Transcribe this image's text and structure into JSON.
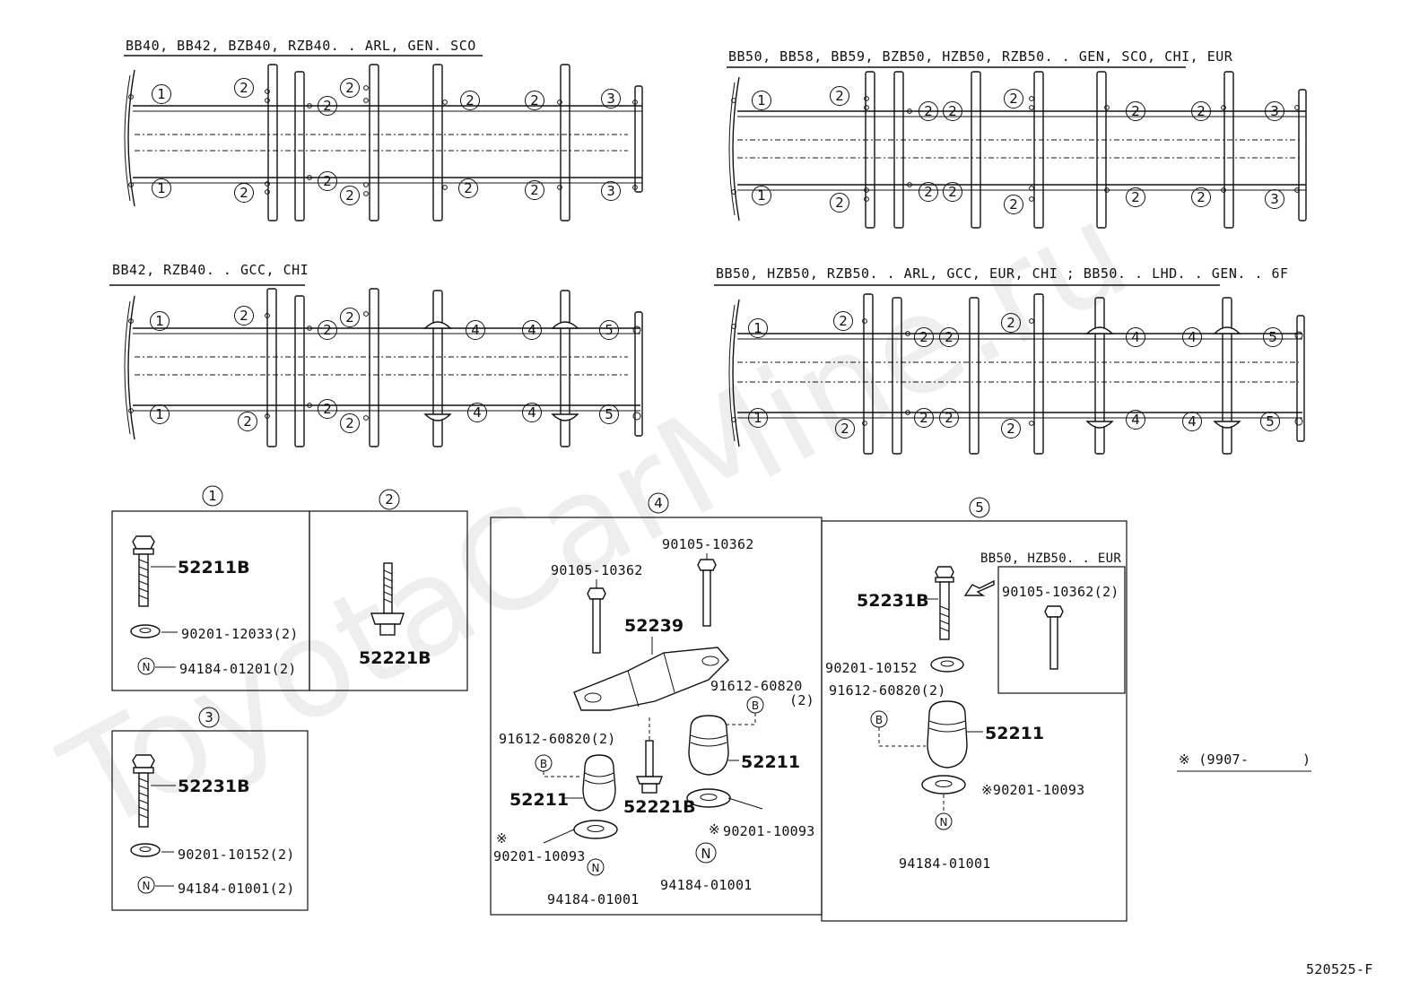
{
  "watermark": "ToyotaCarMine.ru",
  "frames": {
    "tl": {
      "title": "BB40, BB42, BZB40, RZB40. . ARL, GEN. SCO"
    },
    "tr": {
      "title": "BB50, BB58, BB59, BZB50, HZB50, RZB50. . GEN, SCO, CHI, EUR"
    },
    "bl": {
      "title": "BB42, RZB40. . GCC, CHI"
    },
    "br": {
      "title": "BB50, HZB50, RZB50. . ARL, GCC, EUR, CHI ; BB50. . LHD. . GEN. . 6F"
    }
  },
  "callouts": {
    "c1": "1",
    "c2": "2",
    "c3": "3",
    "c4": "4",
    "c5": "5"
  },
  "group1": {
    "label": "1",
    "bolt": "52211B",
    "washer": "90201-12033(2)",
    "nut": "94184-01201(2)",
    "nut_mark": "N"
  },
  "group2": {
    "label": "2",
    "bolt": "52221B"
  },
  "group3": {
    "label": "3",
    "bolt": "52231B",
    "washer": "90201-10152(2)",
    "nut": "94184-01001(2)",
    "nut_mark": "N"
  },
  "group4": {
    "label": "4",
    "bolt_a": "90105-10362",
    "bolt_b": "90105-10362",
    "bracket": "52239",
    "pin_a": "91612-60820",
    "pin_a_qty": "(2)",
    "pin_b": "91612-60820(2)",
    "pin_mark": "B",
    "cushion_a": "52211",
    "cushion_b": "52211",
    "bolt_c": "52221B",
    "washer_a": "90201-10093",
    "washer_b": "90201-10093",
    "nut_a": "94184-01001",
    "nut_b": "94184-01001",
    "nut_mark": "N",
    "asterisk": "※"
  },
  "group5": {
    "label": "5",
    "variant_title": "BB50, HZB50. . EUR",
    "variant_bolt": "90105-10362(2)",
    "bolt": "52231B",
    "washer": "90201-10152",
    "pin": "91612-60820(2)",
    "pin_mark": "B",
    "cushion": "52211",
    "washer_b": "※90201-10093",
    "nut": "94184-01001",
    "nut_mark": "N"
  },
  "note": {
    "text": "※ (9907-",
    "close": ")"
  },
  "ref": "520525-F"
}
